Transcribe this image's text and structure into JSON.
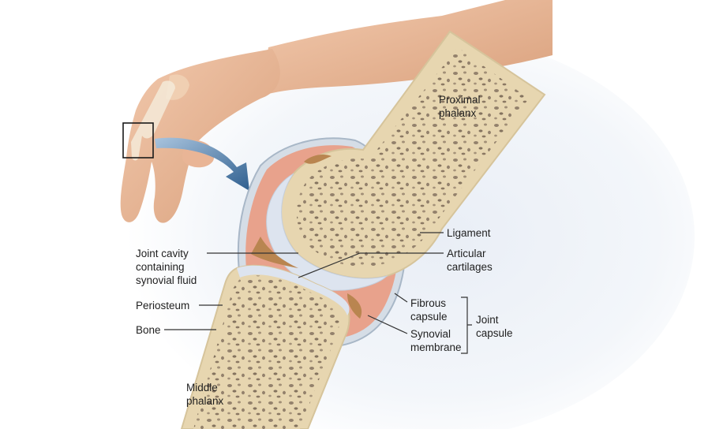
{
  "labels": {
    "proximal_phalanx": "Proximal\nphalanx",
    "ligament": "Ligament",
    "joint_cavity": "Joint cavity\ncontaining\nsynovial fluid",
    "articular_cartilages": "Articular\ncartilages",
    "periosteum": "Periosteum",
    "bone": "Bone",
    "fibrous_capsule": "Fibrous\ncapsule",
    "synovial_membrane": "Synovial\nmembrane",
    "joint_capsule": "Joint\ncapsule",
    "middle_phalanx": "Middle\nphalanx"
  },
  "colors": {
    "bone": "#eadcb8",
    "spongy_spots": "#8c7b66",
    "cartilage": "#dce3ee",
    "synovial_fluid": "#b98550",
    "synovial_membrane": "#e2a08a",
    "capsule": "#b9c6d3",
    "skin": "#e8b99a",
    "arrow": "#3d6f9e",
    "leader": "#333333",
    "background_glow": "#eef2f8"
  }
}
